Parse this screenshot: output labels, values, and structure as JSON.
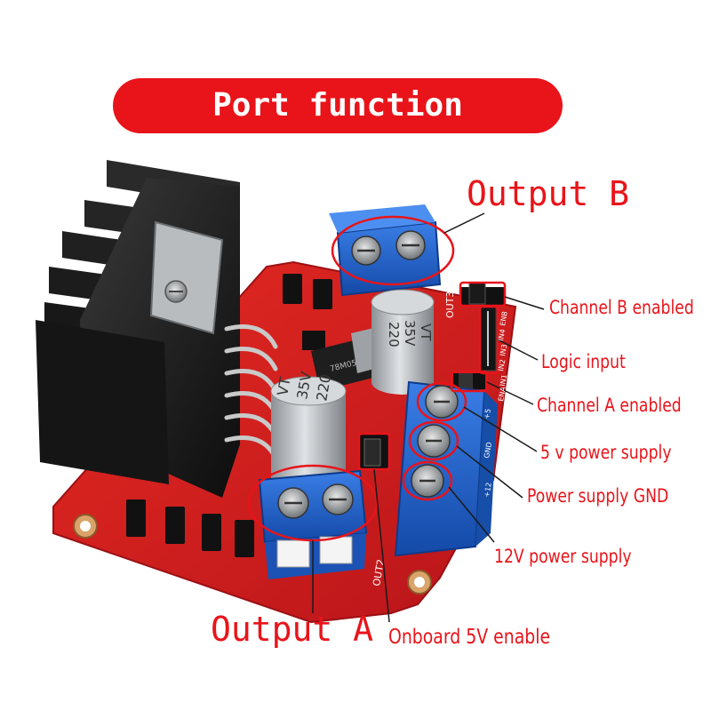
{
  "title": "Port function introduction",
  "labels": {
    "output_b": "Output B",
    "output_a": "Output A",
    "channel_b_enabled": "Channel B enabled",
    "logic_input": "Logic input",
    "channel_a_enabled": "Channel A enabled",
    "supply_5v": "5 v power supply",
    "power_gnd": "Power supply GND",
    "supply_12v": "12V power supply",
    "onboard_5v_enable": "Onboard 5V enable"
  },
  "board_markings": {
    "cap_rating_value": "220",
    "cap_rating_voltage": "35V",
    "cap_brand": "VT",
    "regulator": "78M05",
    "out3": "OUT3",
    "out2": "OUT2",
    "in_pins": [
      "ENA",
      "IN1",
      "IN2",
      "IN3",
      "IN4",
      "ENB"
    ],
    "terminal_pins": [
      "+12",
      "GND",
      "+5"
    ]
  },
  "colors": {
    "title_bg": "#e8141a",
    "label_red": "#e8141a",
    "board_red": "#d8201c",
    "terminal_blue": "#1f5fc8",
    "heatsink": "#1b1b1b",
    "cap_silver": "#b8bcc0"
  }
}
